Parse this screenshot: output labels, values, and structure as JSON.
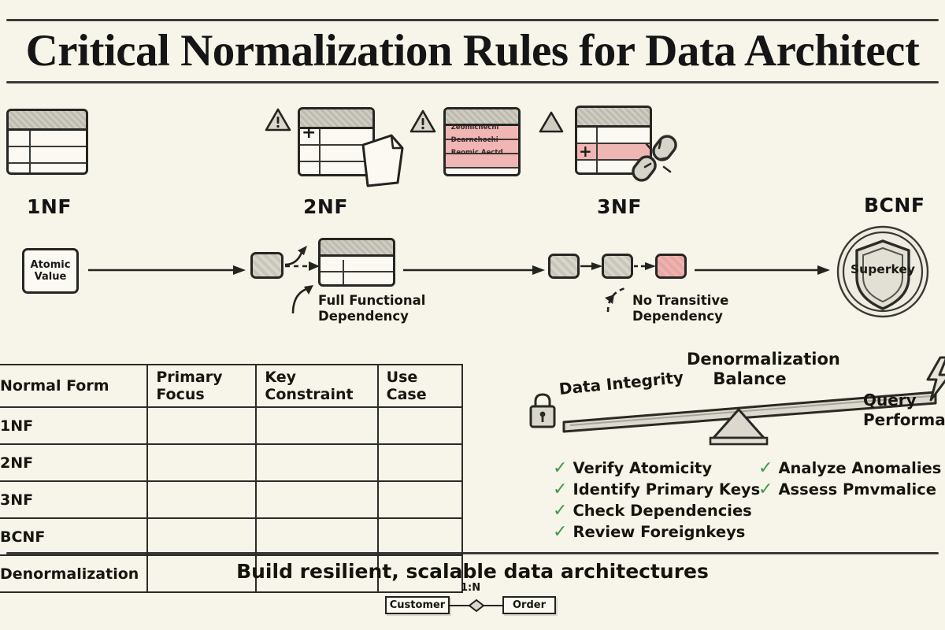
{
  "header": {
    "title": "Critical Normalization Rules for Data Architect",
    "title_clipped": true
  },
  "stages": [
    {
      "id": "1nf",
      "label": "1NF",
      "icon": "table-icon"
    },
    {
      "id": "2nf",
      "label": "2NF",
      "icon": "table-plus-document-icon",
      "warning": "warning-triangle-icon"
    },
    {
      "id": "3nf",
      "label": "3NF",
      "icon": "table-broken-link-icon",
      "warning": "warning-triangle-icon"
    },
    {
      "id": "bcnf",
      "label": "BCNF",
      "icon": "shield-badge-icon",
      "badge_text": "Superkey"
    }
  ],
  "anomaly_card": {
    "icon": "warning-triangle-icon",
    "rows": [
      "Zeomichechi",
      "Dearnchochi",
      "Reomic Aectd"
    ]
  },
  "flow": {
    "atomic_box": {
      "line1": "Atomic",
      "line2": "Value"
    },
    "callout_2nf": {
      "line1": "Full Functional",
      "line2": "Dependency"
    },
    "callout_3nf": {
      "line1": "No Transitive",
      "line2": "Dependency"
    }
  },
  "matrix": {
    "columns": [
      "Normal Form",
      "Primary Focus",
      "Key Constraint",
      "Use Case"
    ],
    "rows": [
      {
        "form": "1NF",
        "primary_focus": "",
        "key_constraint": "",
        "use_case": ""
      },
      {
        "form": "2NF",
        "primary_focus": "",
        "key_constraint": "",
        "use_case": ""
      },
      {
        "form": "3NF",
        "primary_focus": "",
        "key_constraint": "",
        "use_case": ""
      },
      {
        "form": "BCNF",
        "primary_focus": "",
        "key_constraint": "",
        "use_case": ""
      },
      {
        "form": "Denormalization",
        "primary_focus": "",
        "key_constraint": "",
        "use_case": ""
      }
    ]
  },
  "balance": {
    "title_line1": "Denormalization",
    "title_line2": "Balance",
    "left_label": "Data Integrity",
    "left_icon": "lock-icon",
    "right_label_line1": "Query",
    "right_label_line2": "Performance",
    "right_icon": "lightning-bolt-icon"
  },
  "checklist": {
    "left": [
      "Verify Atomicity",
      "Identify Primary Keys",
      "Check Dependencies",
      "Review Foreignkeys"
    ],
    "right": [
      "Analyze Anomalies",
      "Assess Pmvmalice"
    ],
    "tick": "✓",
    "tick_color": "#3f9a46"
  },
  "footer": {
    "tagline": "Build resilient, scalable data architectures",
    "er": {
      "left_entity": "Customer",
      "right_entity": "Order",
      "cardinality": "1:N"
    }
  },
  "colors": {
    "background": "#f7f4ea",
    "ink": "#1b1b1b",
    "highlight_pink": "#f0b6b4",
    "check_green": "#3f9a46",
    "hatch_grey": "#cfccc2"
  }
}
